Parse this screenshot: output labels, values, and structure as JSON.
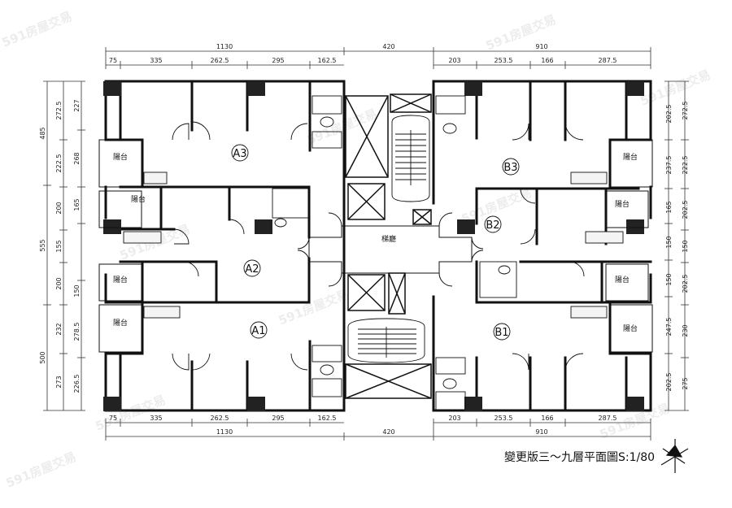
{
  "title": "變更版三～九層平面圖S:1/80",
  "watermark": "591房屋交易",
  "units": [
    "A3",
    "A2",
    "A1",
    "B3",
    "B2",
    "B1"
  ],
  "rooms": {
    "balcony": "陽台",
    "lobby": "梯廳"
  },
  "dims": {
    "top_total": [
      "1130",
      "420",
      "910"
    ],
    "top_left": [
      "75",
      "335",
      "262.5",
      "295",
      "162.5"
    ],
    "top_right": [
      "203",
      "253.5",
      "166",
      "287.5"
    ],
    "bottom_left": [
      "75",
      "335",
      "262.5",
      "295",
      "162.5"
    ],
    "bottom_right": [
      "203",
      "253.5",
      "166",
      "287.5"
    ],
    "bottom_total": [
      "1130",
      "420",
      "910"
    ],
    "left_outer": [
      "485",
      "555",
      "500"
    ],
    "left_mid": [
      "272.5",
      "222.5",
      "200",
      "155",
      "200",
      "232",
      "273"
    ],
    "left_inner": [
      "227",
      "268",
      "165",
      "150",
      "278.5",
      "226.5"
    ],
    "right_inner": [
      "202.5",
      "237.5",
      "165",
      "150",
      "150",
      "247.5",
      "202.5"
    ],
    "right_outer": [
      "272.5",
      "222.5",
      "202.5",
      "150",
      "202.5",
      "230",
      "275"
    ]
  }
}
